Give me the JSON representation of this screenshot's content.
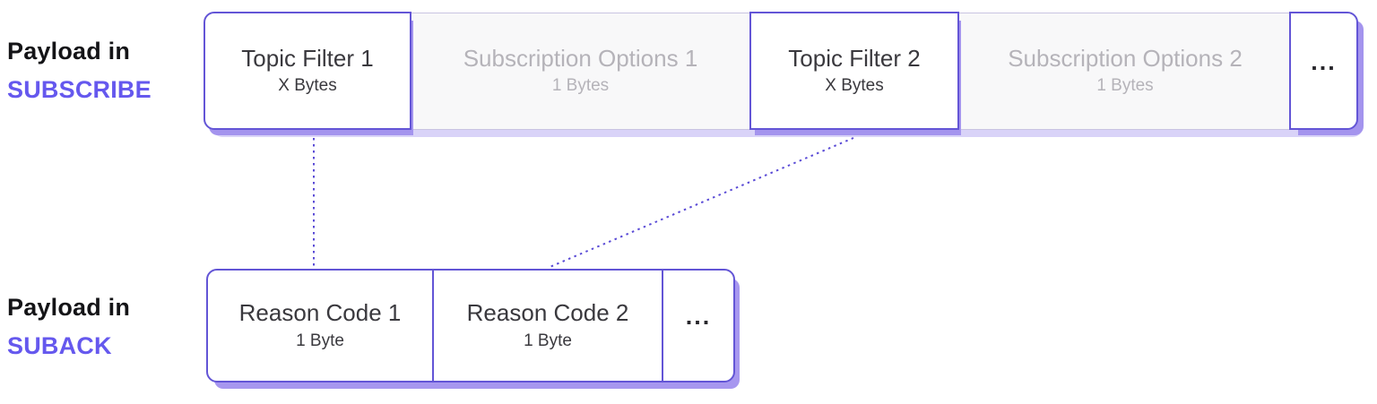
{
  "colors": {
    "accent_purple": "#6558ee",
    "border_purple": "#6355d6",
    "border_lavender": "#c9c4e2",
    "shadow_medium": "#a797ef",
    "shadow_light": "#d9d3f8",
    "muted_background": "#f8f8f9",
    "text_dark": "#3a393e",
    "text_gray": "#b5b3b9",
    "connector_line": "#5a4bd6"
  },
  "rows": [
    {
      "label_line1": "Payload in",
      "label_line2": "SUBSCRIBE",
      "cells": [
        {
          "title": "Topic Filter 1",
          "subtitle": "X Bytes",
          "style": "highlight"
        },
        {
          "title": "Subscription Options 1",
          "subtitle": "1 Bytes",
          "style": "muted"
        },
        {
          "title": "Topic Filter 2",
          "subtitle": "X Bytes",
          "style": "highlight"
        },
        {
          "title": "Subscription Options 2",
          "subtitle": "1 Bytes",
          "style": "muted"
        },
        {
          "title": "...",
          "style": "ellipsis"
        }
      ]
    },
    {
      "label_line1": "Payload in",
      "label_line2": "SUBACK",
      "cells": [
        {
          "title": "Reason Code 1",
          "subtitle": "1 Byte",
          "style": "plain"
        },
        {
          "title": "Reason Code 2",
          "subtitle": "1 Byte",
          "style": "plain"
        },
        {
          "title": "...",
          "style": "ellipsis"
        }
      ]
    }
  ],
  "connectors": [
    {
      "from": "topic-filter-1",
      "to": "reason-code-1"
    },
    {
      "from": "topic-filter-2",
      "to": "reason-code-2"
    }
  ]
}
